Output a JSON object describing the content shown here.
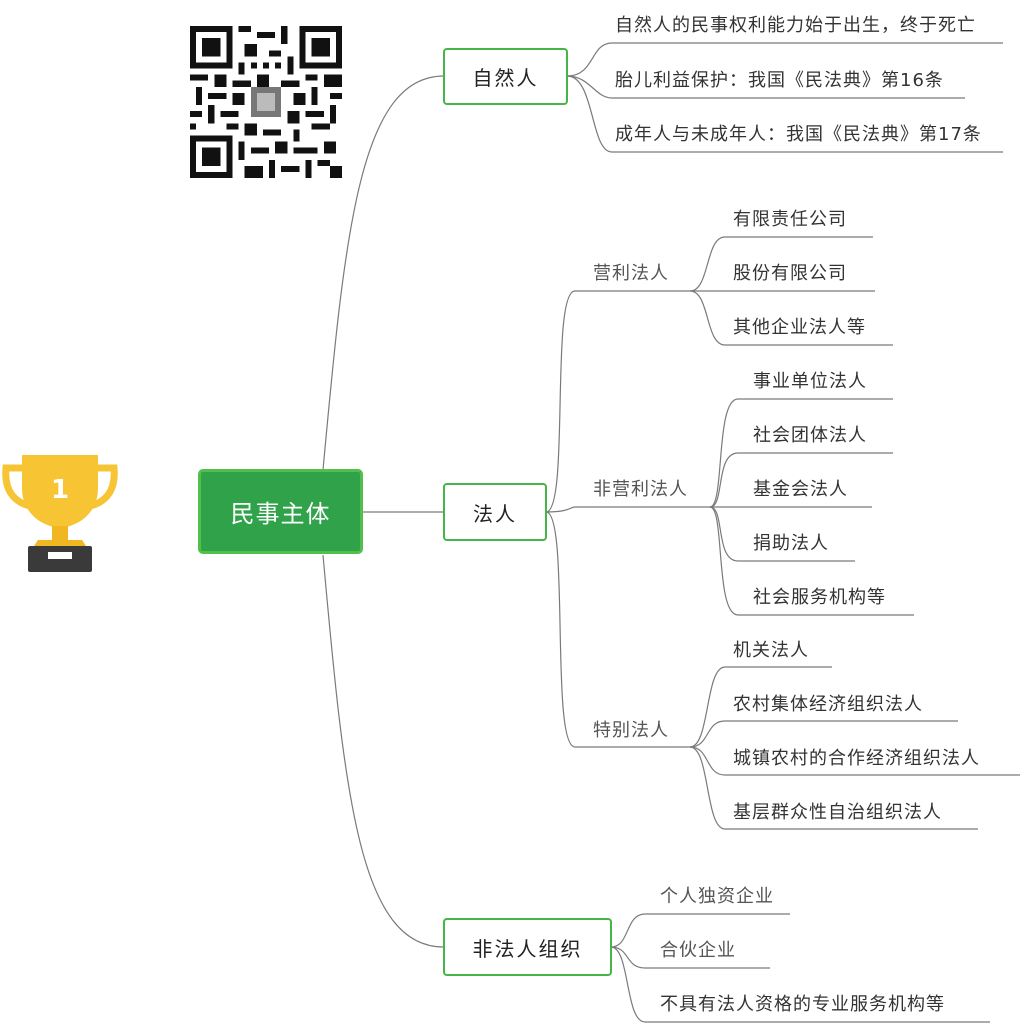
{
  "root": "民事主体",
  "branches": {
    "natural": {
      "label": "自然人",
      "items": [
        "自然人的民事权利能力始于出生，终于死亡",
        "胎儿利益保护：我国《民法典》第16条",
        "成年人与未成年人：我国《民法典》第17条"
      ]
    },
    "legal": {
      "label": "法人",
      "profit": {
        "label": "营利法人",
        "items": [
          "有限责任公司",
          "股份有限公司",
          "其他企业法人等"
        ]
      },
      "nonprofit": {
        "label": "非营利法人",
        "items": [
          "事业单位法人",
          "社会团体法人",
          "基金会法人",
          "捐助法人",
          "社会服务机构等"
        ]
      },
      "special": {
        "label": "特别法人",
        "items": [
          "机关法人",
          "农村集体经济组织法人",
          "城镇农村的合作经济组织法人",
          "基层群众性自治组织法人"
        ]
      }
    },
    "unincorporated": {
      "label": "非法人组织",
      "items": [
        "个人独资企业",
        "合伙企业",
        "不具有法人资格的专业服务机构等"
      ]
    }
  },
  "trophy_rank": "1",
  "colors": {
    "root_fill": "#2fa24a",
    "node_border": "#46b548",
    "line": "#7a7a7a",
    "trophy": "#f7c533",
    "trophy_base": "#3a3a3a"
  }
}
